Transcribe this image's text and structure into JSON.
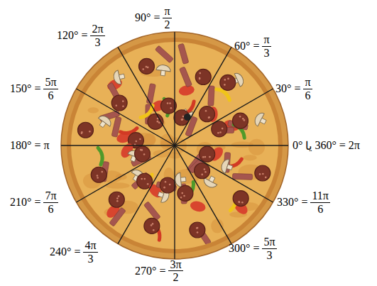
{
  "diagram": {
    "labels": [
      "90° =",
      "π",
      "2",
      "120° =",
      "2π",
      "3",
      "60° =",
      "π",
      "3",
      "150° =",
      "5π",
      "6",
      "30° =",
      "π",
      "6",
      "180° = π",
      "0°",
      "یا",
      "360° = 2π",
      "210° =",
      "7π",
      "6",
      "330° =",
      "11π",
      "6",
      "240° =",
      "4π",
      "3",
      "300° =",
      "5π",
      "3",
      "270° =",
      "3π",
      "2"
    ]
  }
}
